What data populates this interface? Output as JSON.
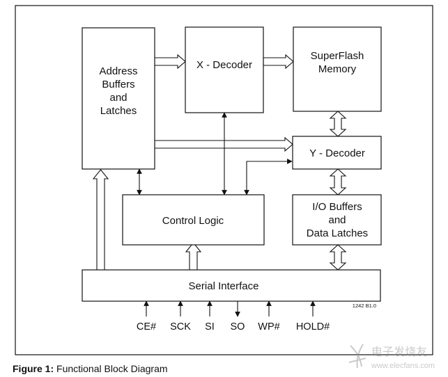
{
  "blocks": {
    "address": [
      "Address",
      "Buffers",
      "and",
      "Latches"
    ],
    "x_decoder": [
      "X - Decoder"
    ],
    "memory": [
      "SuperFlash",
      "Memory"
    ],
    "y_decoder": [
      "Y - Decoder"
    ],
    "control": [
      "Control Logic"
    ],
    "io": [
      "I/O Buffers",
      "and",
      "Data Latches"
    ],
    "serial": [
      "Serial Interface"
    ]
  },
  "pins": {
    "ce": "CE#",
    "sck": "SCK",
    "si": "SI",
    "so": "SO",
    "wp": "WP#",
    "hold": "HOLD#"
  },
  "drawing_code": "1242 B1.0",
  "caption": {
    "label": "Figure 1:",
    "title": "Functional Block Diagram"
  },
  "watermark": {
    "text": "电子发烧友",
    "url": "www.elecfans.com"
  },
  "colors": {
    "line": "#111111",
    "background": "#ffffff",
    "watermark": "#8a8a8a"
  }
}
